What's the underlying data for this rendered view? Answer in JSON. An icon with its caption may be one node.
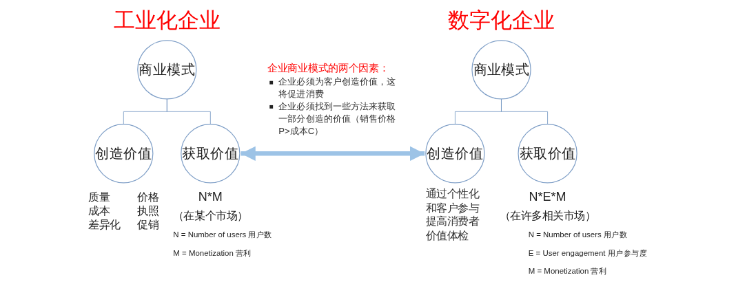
{
  "diagram": {
    "nodes": [
      {
        "text": [
          "商业模式"
        ]
      },
      {
        "text": [
          "创造价值"
        ],
        "beside": [
          "质量",
          "价格",
          "成本",
          "执照",
          "差异化",
          "促销"
        ]
      },
      {
        "text": [
          "获取价值"
        ],
        "beside": [
          "N*M",
          "（在某个市场）",
          "N = Number of users 用户数",
          "M = Monetization 营利"
        ]
      },
      {
        "text": [
          "商业模式"
        ]
      },
      {
        "text": [
          "创造价值"
        ],
        "beside": [
          "通过个性化和客户参与提高消费者价值体检"
        ]
      },
      {
        "text": [
          "获取价值"
        ],
        "beside": [
          "N*E*M",
          "（在许多相关市场）",
          "N = Number of users 用户数",
          "E = User engagement 用户参与度",
          "M = Monetization 营利"
        ]
      }
    ],
    "edges": [
      {
        "from": 0,
        "to": 1,
        "arrow": "none"
      },
      {
        "from": 0,
        "to": 2,
        "arrow": "none"
      },
      {
        "from": 2,
        "to": 4,
        "arrow": "both",
        "style": "thick",
        "color": "#9dc3e6"
      },
      {
        "from": 3,
        "to": 4,
        "arrow": "none"
      },
      {
        "from": 3,
        "to": 5,
        "arrow": "none"
      }
    ],
    "labels": [
      "工业化企业",
      "企业商业模式的两个因素：",
      "企业必须为客户创造价值，这将促进消费",
      "企业必须找到一些方法来获取一部分创造的价值（销售价格P>成本C）",
      "数字化企业"
    ]
  }
}
